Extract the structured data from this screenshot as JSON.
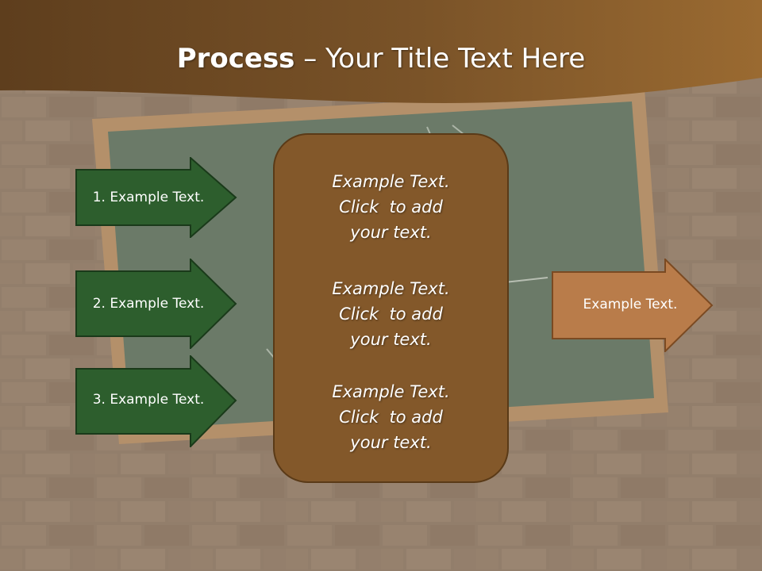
{
  "title": {
    "bold": "Process",
    "rest": " – Your Title Text Here"
  },
  "left_steps": [
    {
      "label": "1. Example Text."
    },
    {
      "label": "2. Example Text."
    },
    {
      "label": "3. Example Text."
    }
  ],
  "center_paragraphs": [
    {
      "line1": "Example Text.",
      "line2": "Click  to add",
      "line3": "your text."
    },
    {
      "line1": "Example Text.",
      "line2": "Click  to add",
      "line3": "your text."
    },
    {
      "line1": "Example Text.",
      "line2": "Click  to add",
      "line3": "your text."
    }
  ],
  "right_output": {
    "label": "Example Text."
  },
  "colors": {
    "header_brown": "#7a5328",
    "wall": "#8a7560",
    "chalkboard": "#6b7a68",
    "step_arrow_fill": "#2d5e2d",
    "step_arrow_border": "#1a3a1a",
    "center_box_fill": "#83582a",
    "output_arrow_fill": "#b97c4a",
    "output_arrow_border": "#7b4a22"
  }
}
